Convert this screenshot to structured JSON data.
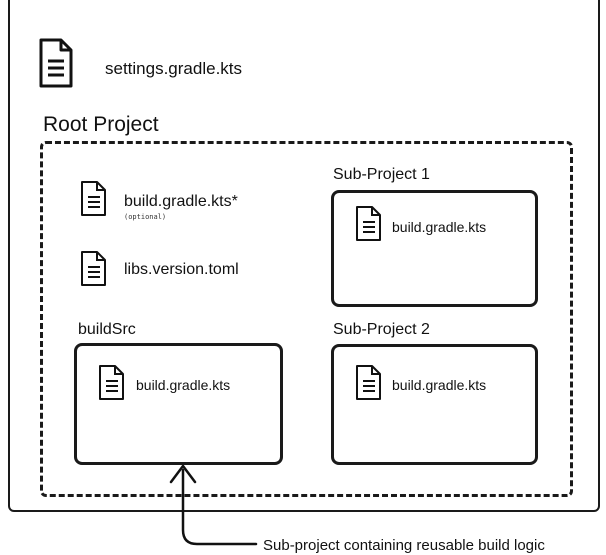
{
  "settings": {
    "file_name": "settings.gradle.kts",
    "icon": "document-icon"
  },
  "root": {
    "label": "Root Project",
    "build_file": "build.gradle.kts*",
    "build_file_note": "(optional)",
    "version_catalog": "libs.version.toml"
  },
  "build_src": {
    "label": "buildSrc",
    "file": "build.gradle.kts"
  },
  "subprojects": [
    {
      "label": "Sub-Project 1",
      "file": "build.gradle.kts"
    },
    {
      "label": "Sub-Project 2",
      "file": "build.gradle.kts"
    }
  ],
  "annotation": {
    "text": "Sub-project containing reusable build logic"
  }
}
